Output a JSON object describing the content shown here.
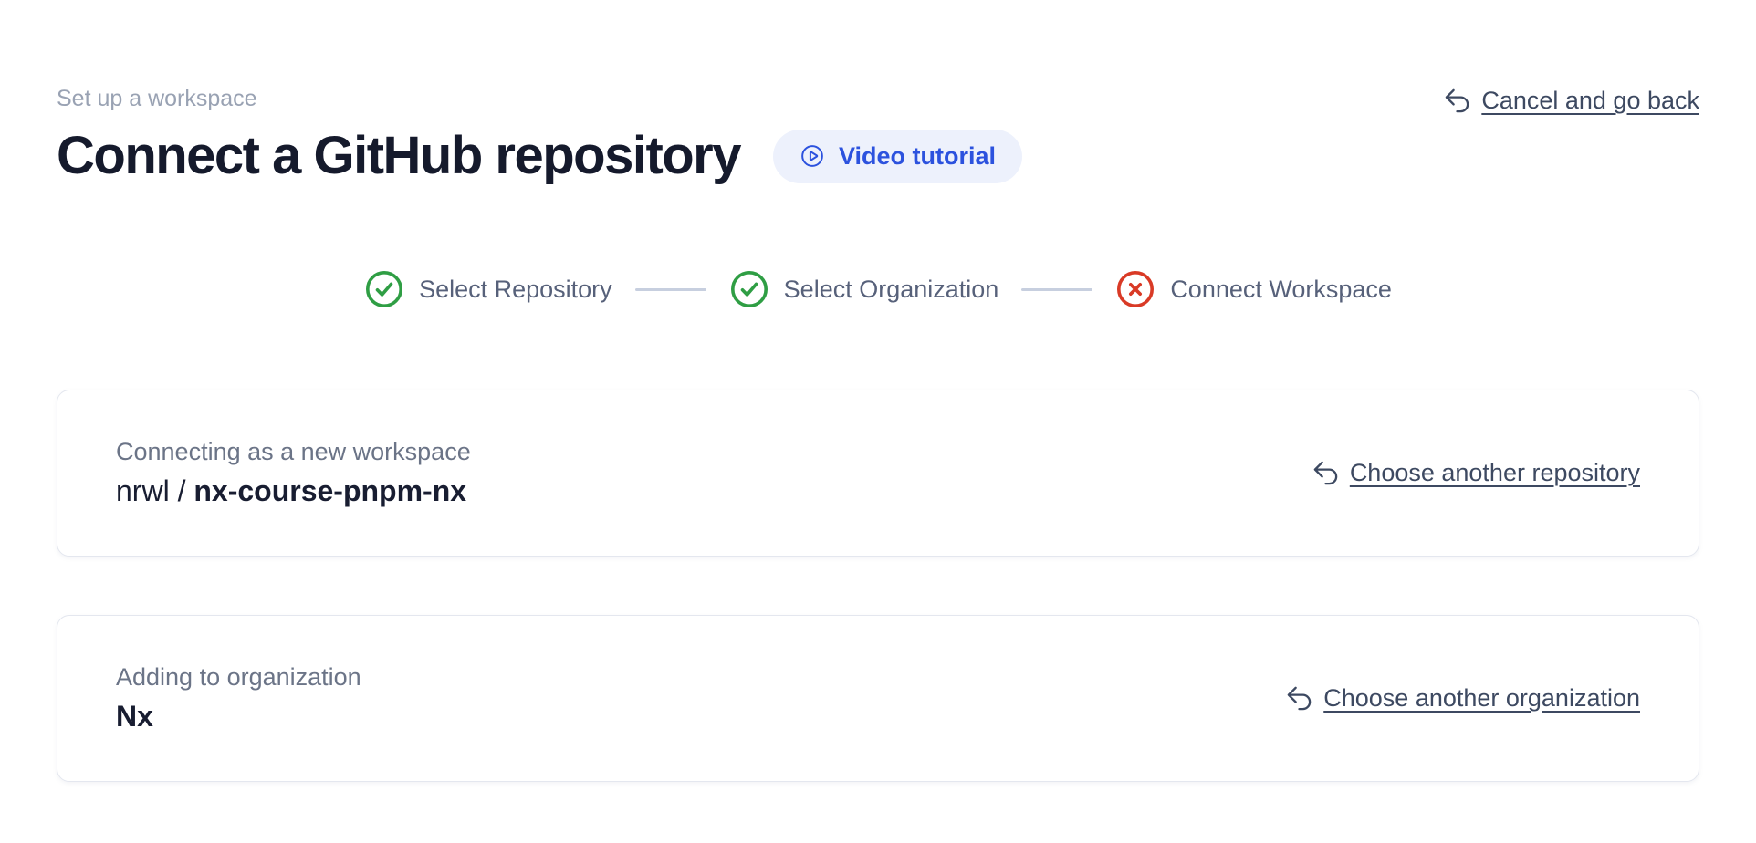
{
  "header": {
    "eyebrow": "Set up a workspace",
    "title": "Connect a GitHub repository",
    "video_button_label": "Video tutorial",
    "cancel_link_label": "Cancel and go back"
  },
  "stepper": {
    "steps": [
      {
        "label": "Select Repository",
        "status": "complete"
      },
      {
        "label": "Select Organization",
        "status": "complete"
      },
      {
        "label": "Connect Workspace",
        "status": "error"
      }
    ]
  },
  "cards": [
    {
      "label": "Connecting as a new workspace",
      "value_prefix": "nrwl / ",
      "value": "nx-course-pnpm-nx",
      "link_label": "Choose another repository"
    },
    {
      "label": "Adding to organization",
      "value_prefix": "",
      "value": "Nx",
      "link_label": "Choose another organization"
    }
  ],
  "icons": {
    "video_button": "play-circle-icon",
    "links": "undo-arrow-icon",
    "step_complete": "check-circle-icon",
    "step_error": "x-circle-icon"
  },
  "colors": {
    "accent_blue": "#2c52de",
    "accent_blue_bg": "#edf1fc",
    "success_green": "#2f9e44",
    "error_red": "#d93a26",
    "link_slate": "#3d4961",
    "stepper_label": "#57617a",
    "card_border": "#e4e7ef",
    "muted_label": "#6b7487",
    "title_dark": "#151a2c"
  }
}
